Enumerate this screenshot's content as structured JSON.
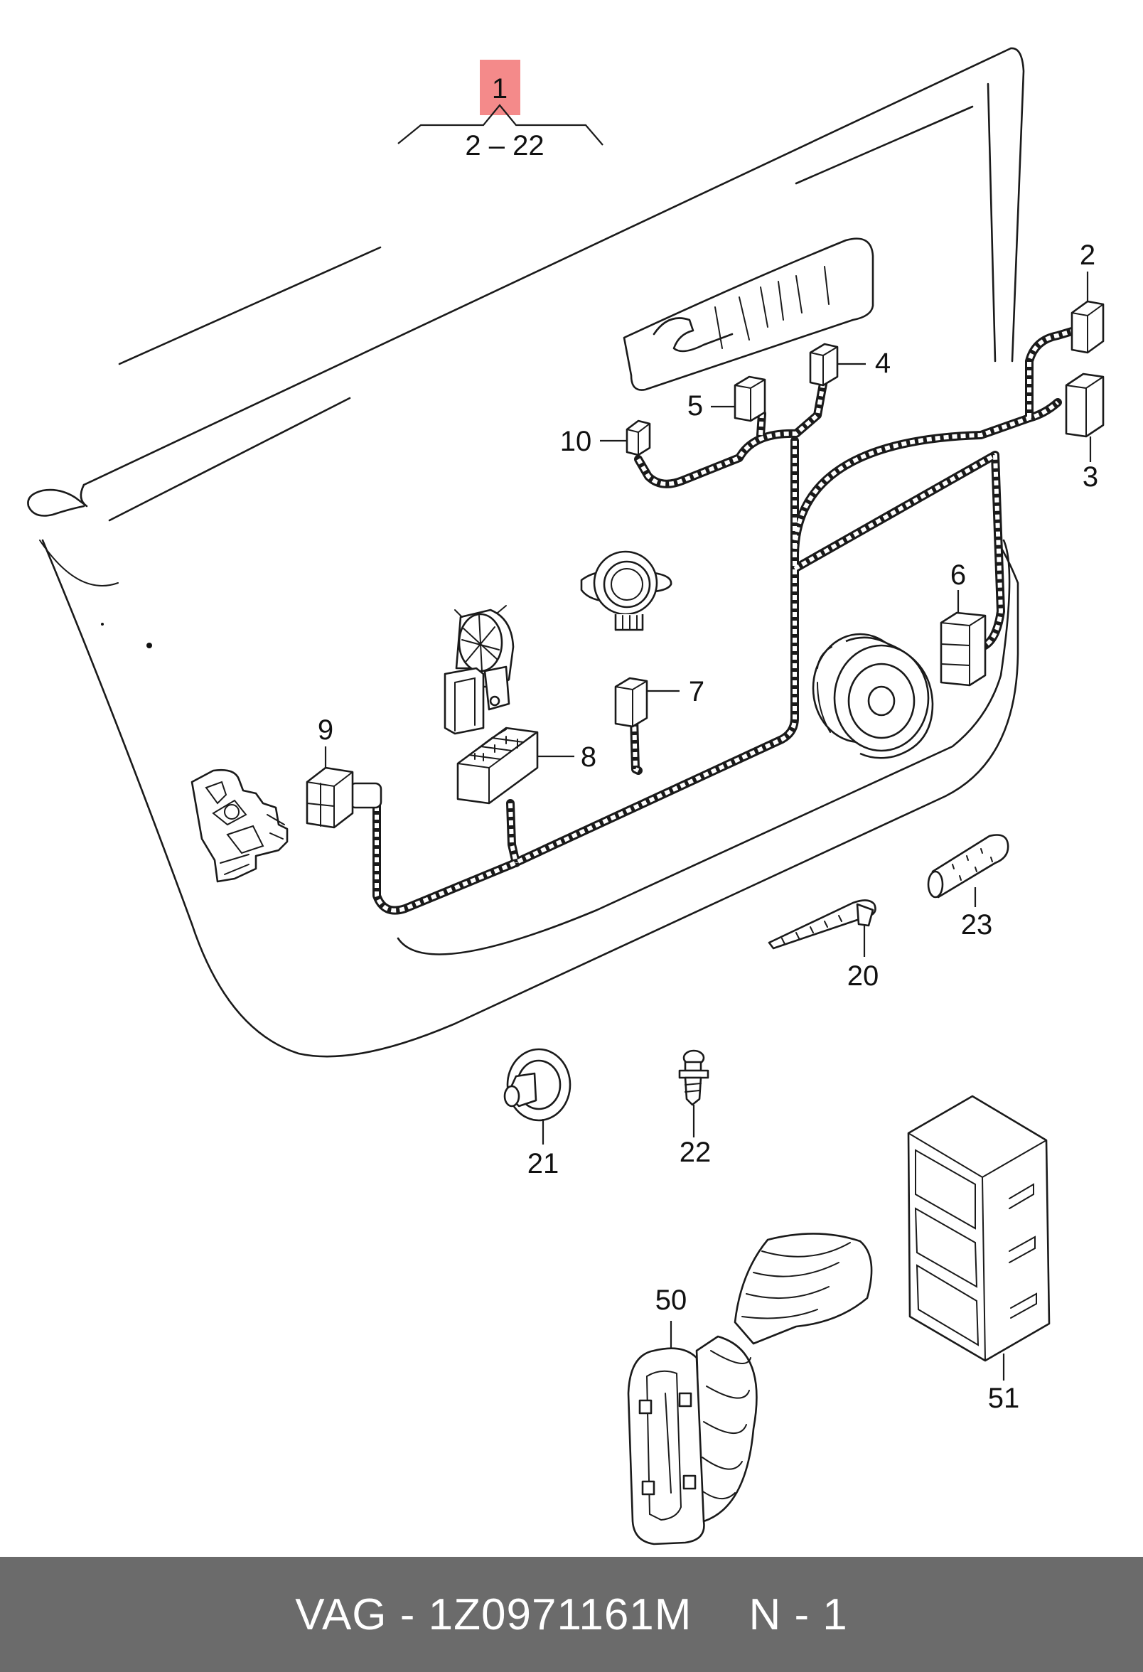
{
  "diagram": {
    "main_label": "1",
    "main_label_color": "#f48a8a",
    "range_label": "2 – 22",
    "labels": {
      "c2": "2",
      "c3": "3",
      "c4": "4",
      "c5": "5",
      "c6": "6",
      "c7": "7",
      "c8": "8",
      "c9": "9",
      "c10": "10",
      "p20": "20",
      "p21": "21",
      "p22": "22",
      "p23": "23",
      "p50": "50",
      "p51": "51"
    },
    "icons": {
      "door_panel": "door-panel-outline",
      "harness": "wiring-harness",
      "window_motor": "window-regulator-motor",
      "lock": "door-lock-actuator",
      "tweeter": "tweeter-speaker",
      "speaker": "door-speaker",
      "cable_tie": "cable-tie",
      "grommet": "rubber-grommet",
      "clip": "expanding-clip",
      "tube": "foam-sleeve",
      "boot": "corrugated-boot",
      "holder": "connector-holder"
    }
  },
  "footer": {
    "brand": "VAG",
    "separator": " - ",
    "part_number": "1Z0971161M",
    "page": "N - 1",
    "bg_color": "#6b6b6b"
  }
}
